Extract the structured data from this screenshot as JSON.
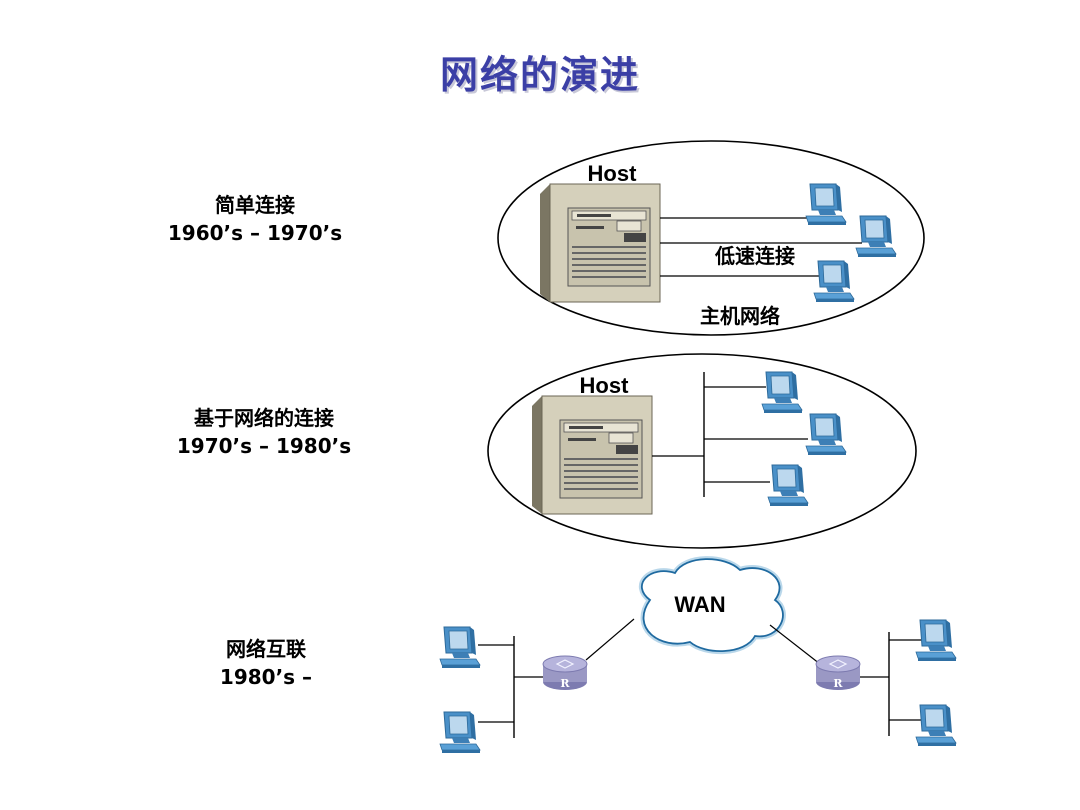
{
  "title": "网络的演进",
  "stages": [
    {
      "name": "简单连接",
      "period": "1960’s – 1970’s"
    },
    {
      "name": "基于网络的连接",
      "period": "1970’s – 1980’s"
    },
    {
      "name": "网络互联",
      "period": "1980’s –"
    }
  ],
  "diagram1": {
    "host_label": "Host",
    "link_label": "低速连接",
    "network_label": "主机网络"
  },
  "diagram2": {
    "host_label": "Host"
  },
  "diagram3": {
    "cloud_label": "WAN",
    "router_label": "R"
  },
  "colors": {
    "title": "#3b3fa6",
    "pc": "#4a90c8",
    "server": "#c9c3ab",
    "router": "#9a98c4"
  }
}
